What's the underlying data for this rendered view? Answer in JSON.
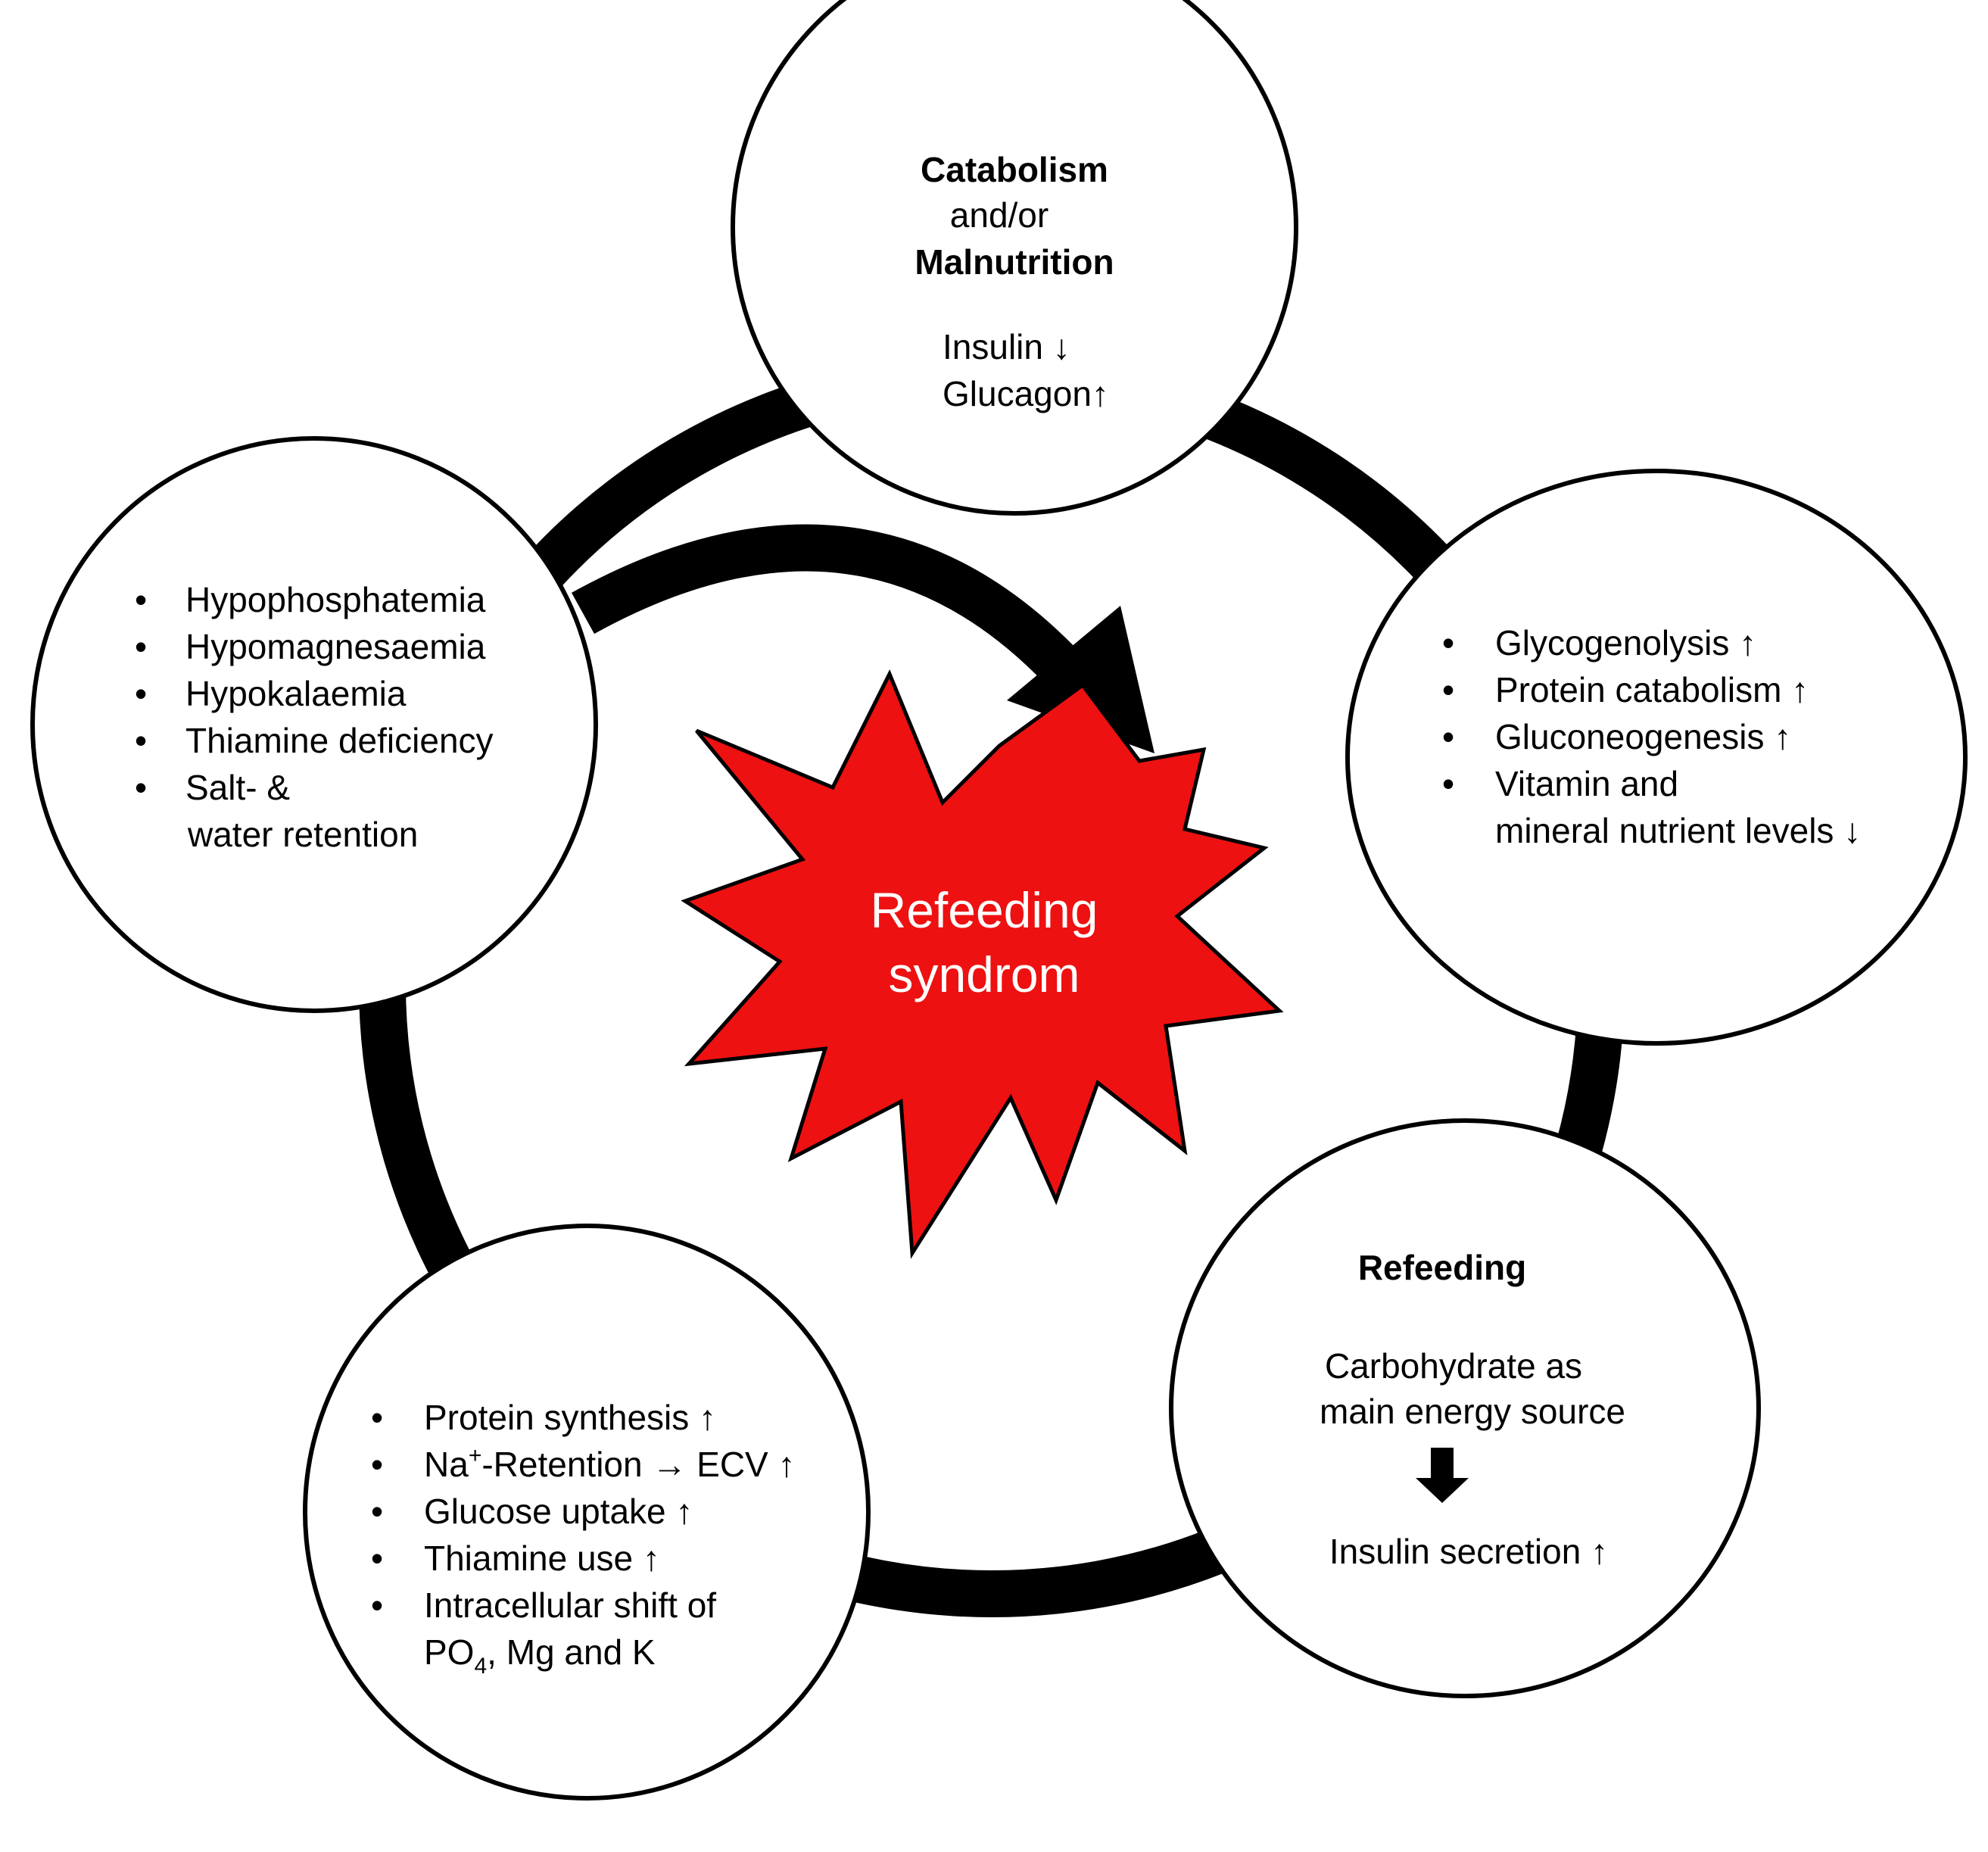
{
  "colors": {
    "burst_fill": "#ee1111",
    "stroke": "#000000",
    "text": "#000000",
    "burst_text": "#ffffff",
    "background": "#ffffff"
  },
  "center": {
    "line1": "Refeeding",
    "line2": "syndrom"
  },
  "nodes": {
    "top": {
      "title1": "Catabolism",
      "connector": "and/or",
      "title2": "Malnutrition",
      "line1": "Insulin ↓",
      "line2": "Glucagon↑"
    },
    "right": {
      "bullet": "•",
      "items": [
        "Glycogenolysis  ↑",
        "Protein catabolism ↑",
        "Gluconeogenesis ↑",
        "Vitamin and"
      ],
      "continuation": "mineral nutrient levels ↓"
    },
    "bottom_right": {
      "title": "Refeeding",
      "line1": "Carbohydrate as",
      "line2": "main energy source",
      "arrow": "down-arrow-icon",
      "line3": "Insulin secretion ↑"
    },
    "bottom_left": {
      "bullet": "•",
      "item1": "Protein synthesis ↑",
      "item2_pre": "Na",
      "item2_sup": "+",
      "item2_post": "-Retention → ECV ↑",
      "item3": "Glucose uptake ↑",
      "item4": "Thiamine use ↑",
      "item5": "Intracellular shift of",
      "cont_pre": "PO",
      "cont_sub": "4",
      "cont_post": ", Mg and K"
    },
    "left": {
      "bullet": "•",
      "items": [
        "Hypophosphatemia",
        "Hypomagnesaemia",
        "Hypokalaemia",
        "Thiamine deficiency",
        "Salt- &"
      ],
      "continuation": "water retention"
    }
  }
}
